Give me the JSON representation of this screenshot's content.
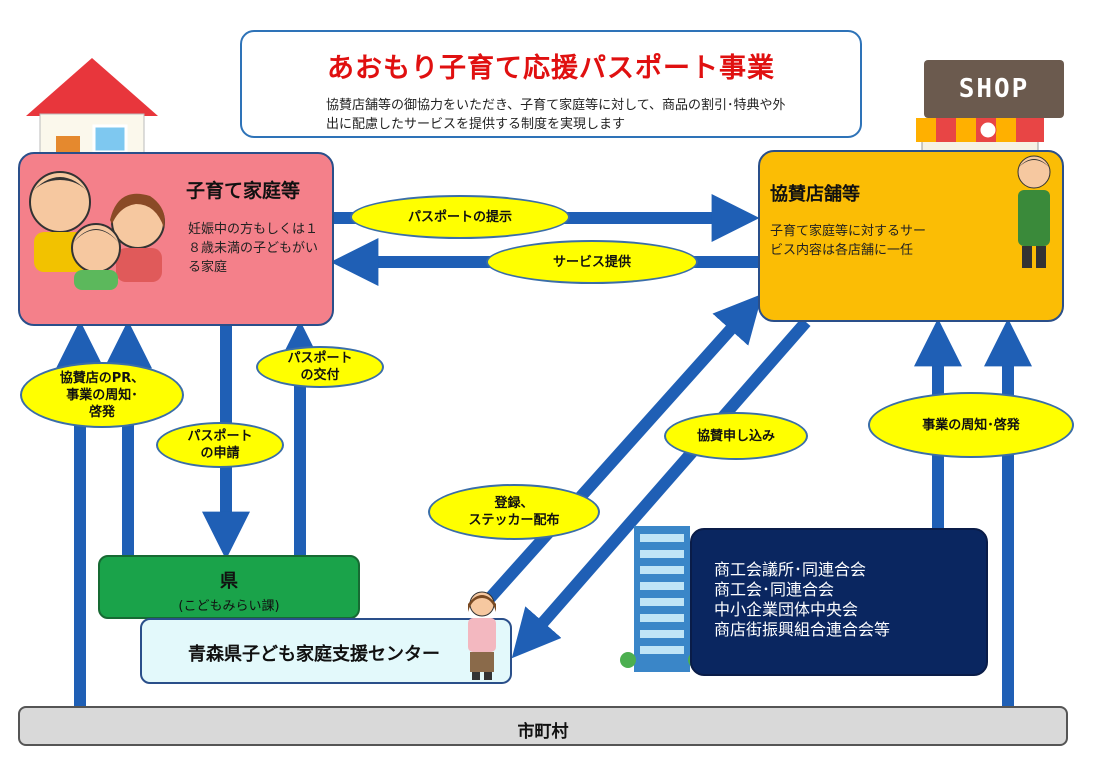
{
  "header": {
    "title": "あおもり子育て応援パスポート事業",
    "description": "協賛店舗等の御協力をいただき、子育て家庭等に対して、商品の割引･特典や外出に配慮したサービスを提供する制度を実現します"
  },
  "nodes": {
    "family": {
      "title": "子育て家庭等",
      "desc": "妊娠中の方もしくは１８歳未満の子どもがいる家庭"
    },
    "store": {
      "title": "協賛店舗等",
      "desc": "子育て家庭等に対するサービス内容は各店舗に一任"
    },
    "prefecture": {
      "name": "県",
      "sub": "(こどもみらい課)"
    },
    "center": {
      "name": "青森県子ども家庭支援センター"
    },
    "commerce": {
      "items": [
        "商工会議所･同連合会",
        "商工会･同連合会",
        "中小企業団体中央会",
        "商店街振興組合連合会等"
      ]
    },
    "municipality": {
      "name": "市町村"
    }
  },
  "flows": {
    "passport_present": "パスポートの提示",
    "service": "サービス提供",
    "pr": "協賛店のPR、\n事業の周知･\n啓発",
    "apply": "パスポート\nの申請",
    "issue": "パスポート\nの交付",
    "register": "登録、\nステッカー配布",
    "sponsor_apply": "協賛申し込み",
    "awareness": "事業の周知･啓発"
  },
  "shop_sign": "SHOP",
  "colors": {
    "arrow": "#1f5fb5",
    "family": "#f4808a",
    "store": "#fbbd05",
    "prefecture": "#1aa34a",
    "commerce": "#0a2660",
    "oval": "#ffff00"
  }
}
